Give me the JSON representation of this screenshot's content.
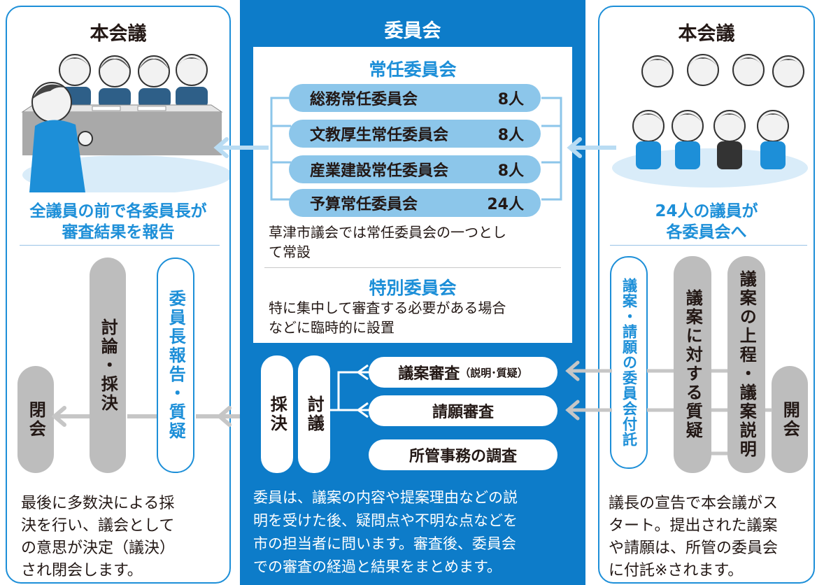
{
  "left": {
    "title": "本会議",
    "caption_line1": "全議員の前で各委員長が",
    "caption_line2": "審査結果を報告",
    "pill_close": "閉会",
    "pill_vote": "討論・採決",
    "pill_report": "委員長報告・質疑",
    "bottom_line1": "最後に多数決による採",
    "bottom_line2": "決を行い、議会として",
    "bottom_line3": "の意思が決定（議決）",
    "bottom_line4": "され閉会します。"
  },
  "center": {
    "title": "委員会",
    "standing_title": "常任委員会",
    "committees": [
      {
        "name": "総務常任委員会",
        "count": "8人"
      },
      {
        "name": "文教厚生常任委員会",
        "count": "8人"
      },
      {
        "name": "産業建設常任委員会",
        "count": "8人"
      },
      {
        "name": "予算常任委員会",
        "count": "24人"
      }
    ],
    "standing_note_line1": "草津市議会では常任委員会の一つとし",
    "standing_note_line2": "て常設",
    "special_title": "特別委員会",
    "special_note_line1": "特に集中して審査する必要がある場合",
    "special_note_line2": "などに臨時的に設置",
    "pill_vote": "採決",
    "pill_debate": "討議",
    "review1_main": "議案審査",
    "review1_sub": "（説明･質疑）",
    "review2": "請願審査",
    "review3": "所管事務の調査",
    "bottom_line1": "委員は、議案の内容や提案理由などの説",
    "bottom_line2": "明を受けた後、疑問点や不明な点などを",
    "bottom_line3": "市の担当者に問います。審査後、委員会",
    "bottom_line4": "での審査の経過と結果をまとめます。"
  },
  "right": {
    "title": "本会議",
    "caption_line1": "24人の議員が",
    "caption_line2": "各委員会へ",
    "pill_refer": "議案・請願の委員会付託",
    "pill_question": "議案に対する質疑",
    "pill_agenda": "議案の上程・議案説明",
    "pill_open": "開会",
    "bottom_line1": "議長の宣告で本会議がス",
    "bottom_line2": "タート。提出された議案",
    "bottom_line3": "や請願は、所管の委員会",
    "bottom_line4": "に付託※されます。"
  },
  "colors": {
    "accent_blue": "#1d8fd8",
    "panel_blue": "#0d7cc9",
    "pill_light_blue": "#8cc6ea",
    "pill_gray": "#bdbdbd",
    "arrow_light": "#b9dcf3",
    "arrow_gray": "#c6c6c6"
  }
}
